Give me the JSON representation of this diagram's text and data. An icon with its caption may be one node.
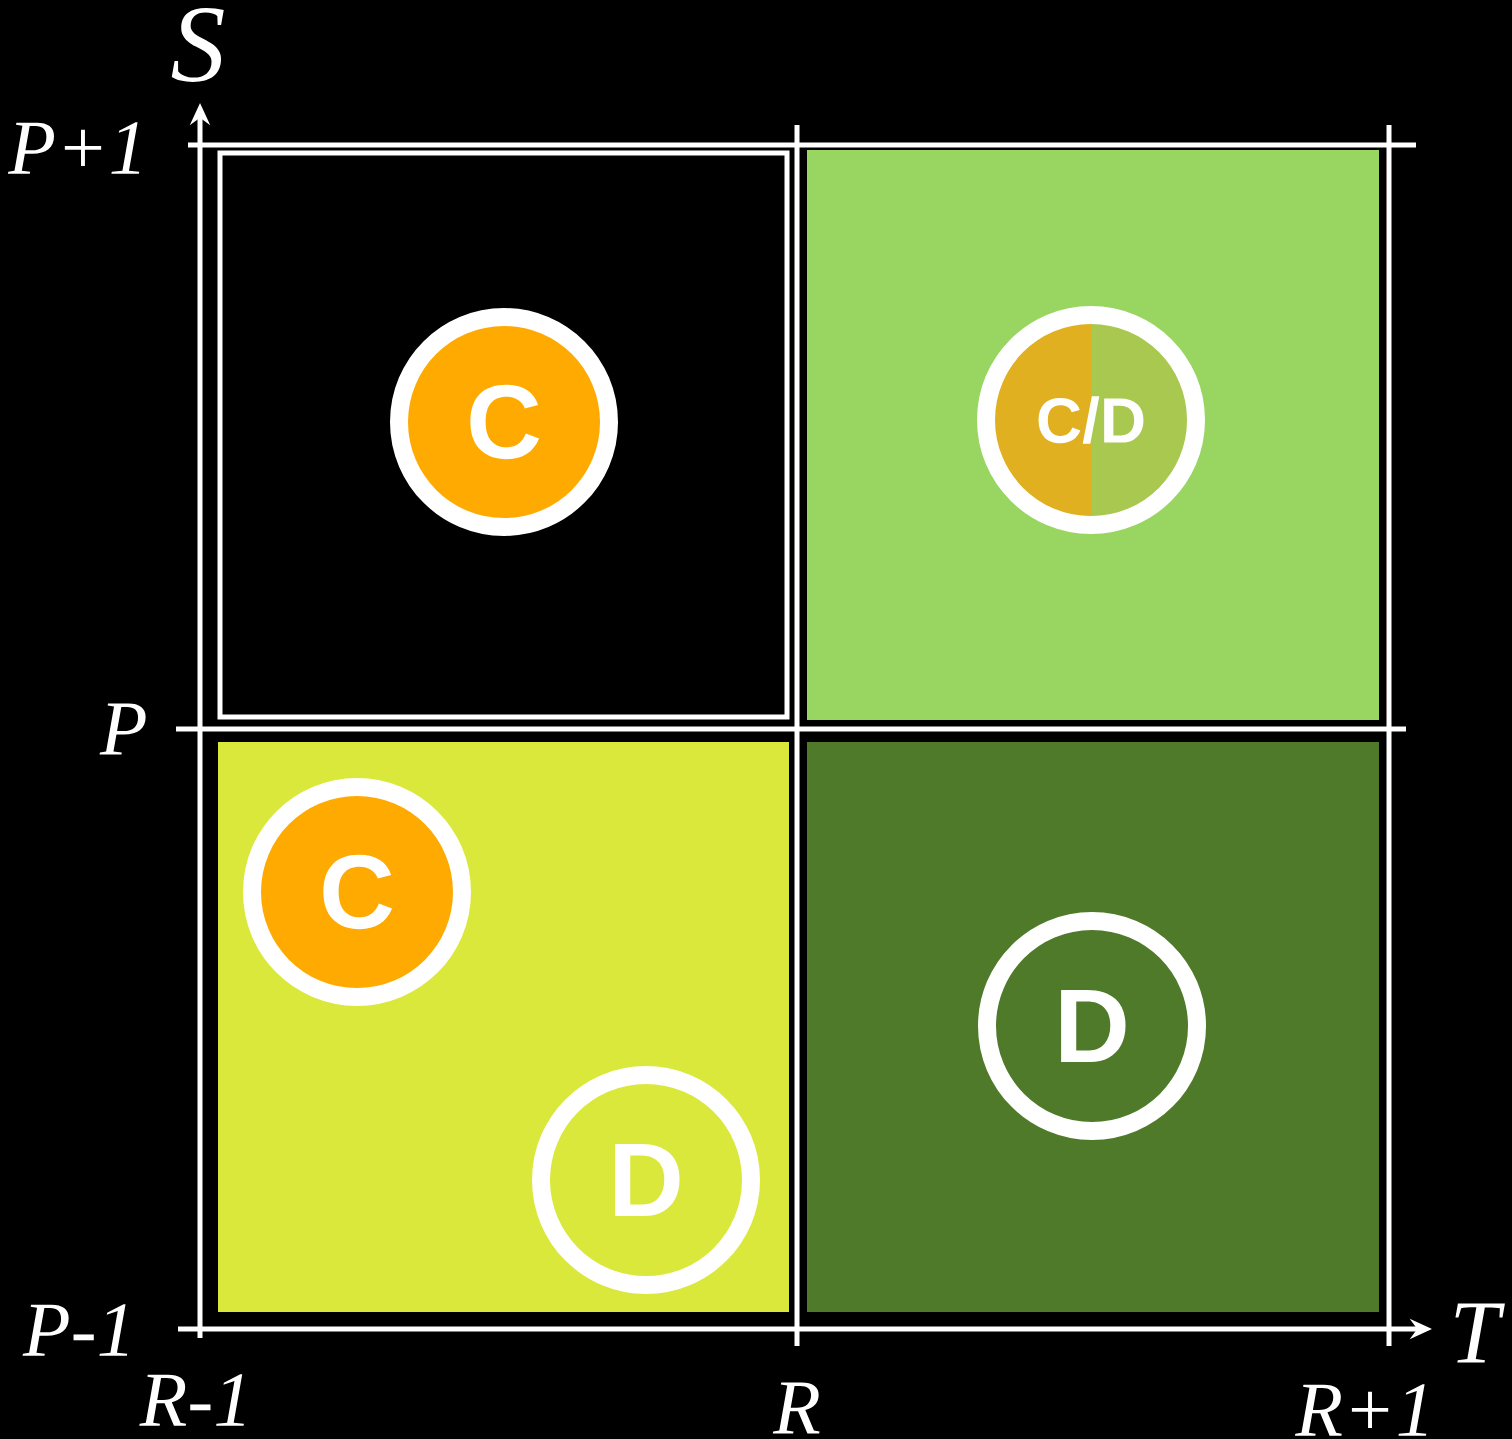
{
  "diagram": {
    "nodes": [
      {
        "text": [],
        "shape": "box"
      },
      {
        "text": [],
        "shape": "box"
      },
      {
        "text": [],
        "shape": "box"
      },
      {
        "text": [],
        "shape": "box"
      },
      {
        "text": [
          "C"
        ],
        "in": 0
      },
      {
        "text": [
          "C/D"
        ],
        "in": 1
      },
      {
        "text": [
          "C"
        ],
        "in": 2
      },
      {
        "text": [
          "D"
        ],
        "in": 2
      },
      {
        "text": [
          "D"
        ],
        "in": 3
      }
    ],
    "labels": [
      "S",
      "P+1",
      "P",
      "P-1",
      "R-1",
      "R",
      "R+1",
      "T"
    ]
  }
}
